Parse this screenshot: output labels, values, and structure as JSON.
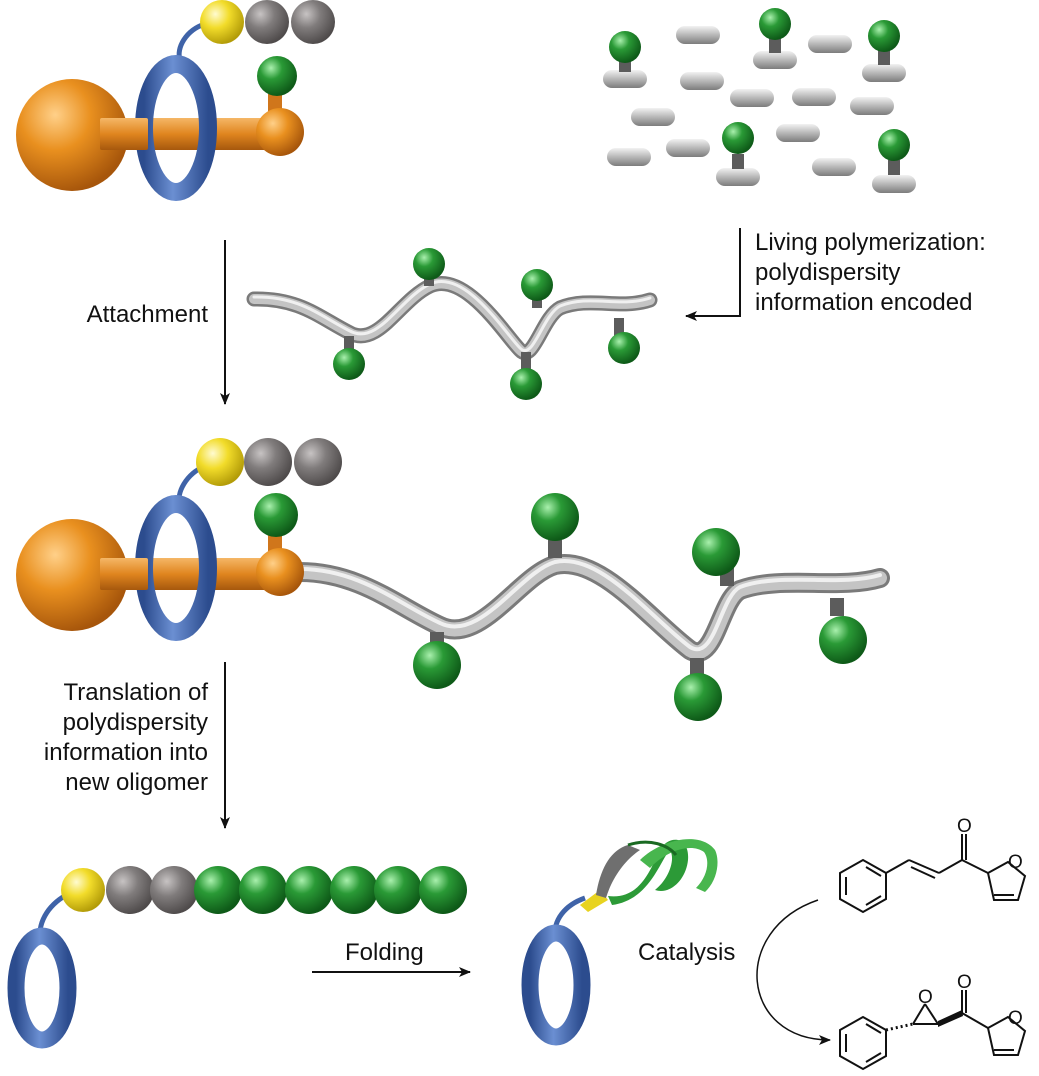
{
  "labels": {
    "living_line1": "Living polymerization:",
    "living_line2": "polydispersity",
    "living_line3": "information encoded",
    "attachment": "Attachment",
    "translation_line1": "Translation of",
    "translation_line2": "polydispersity",
    "translation_line3": "information into",
    "translation_line4": "new oligomer",
    "folding": "Folding",
    "catalysis": "Catalysis"
  },
  "atoms": {
    "carbonyl_oxygen": "O",
    "furan_oxygen": "O",
    "epoxide_oxygen": "O"
  },
  "colors": {
    "orange": "#e0851f",
    "blue": "#3f63a8",
    "yellow": "#f2dc2a",
    "gray_bead": "#7f7b7b",
    "green": "#1f8a2f",
    "silver": "#b9b9b9"
  }
}
